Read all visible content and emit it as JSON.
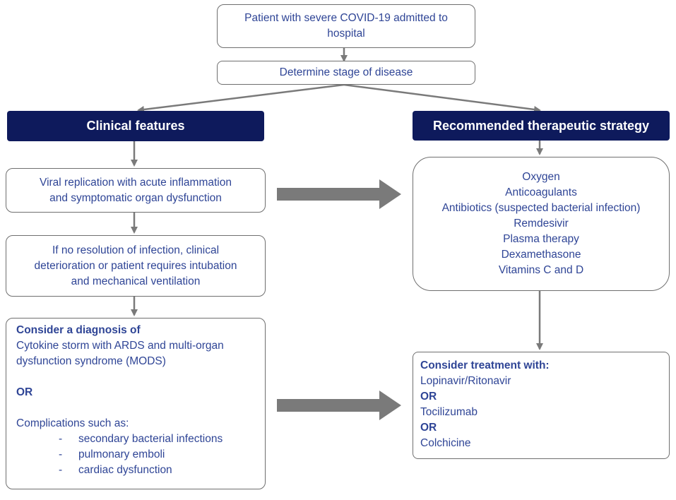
{
  "top": {
    "admit": "Patient with severe COVID-19 admitted to hospital",
    "stage": "Determine stage of disease"
  },
  "headers": {
    "left": "Clinical features",
    "right": "Recommended therapeutic strategy"
  },
  "left": {
    "viral": [
      "Viral replication with acute inflammation",
      "and symptomatic organ dysfunction"
    ],
    "deterioration": [
      "If no resolution of infection, clinical",
      "deterioration or patient requires intubation",
      "and mechanical ventilation"
    ],
    "diagnosis": {
      "heading": "Consider a diagnosis of",
      "lines": [
        "Cytokine storm with ARDS and multi-organ",
        "dysfunction syndrome (MODS)"
      ],
      "or": "OR",
      "complications_intro": "Complications such as:",
      "dash": "-",
      "complications": [
        "secondary bacterial infections",
        "pulmonary emboli",
        "cardiac dysfunction"
      ]
    }
  },
  "right": {
    "therapies": [
      "Oxygen",
      "Anticoagulants",
      "Antibiotics (suspected bacterial infection)",
      "Remdesivir",
      "Plasma therapy",
      "Dexamethasone",
      "Vitamins C and D"
    ],
    "treatment": {
      "heading": "Consider treatment with:",
      "items": [
        "Lopinavir/Ritonavir",
        "OR",
        "Tocilizumab",
        "OR",
        "Colchicine"
      ]
    }
  },
  "colors": {
    "header_bg": "#0e1a5c",
    "text": "#2f4596",
    "border": "#6f6f6f",
    "arrow": "#7a7a7a"
  }
}
